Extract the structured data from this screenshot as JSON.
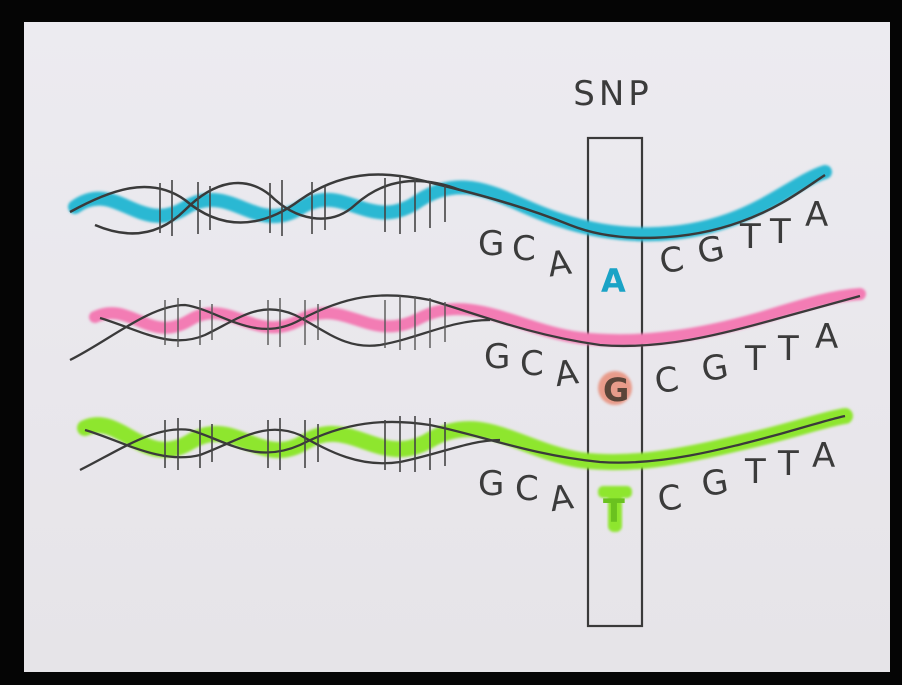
{
  "label": "SNP",
  "strands": [
    {
      "color": "#29b8d3",
      "left": [
        "G",
        "C",
        "A"
      ],
      "snp": "A",
      "snp_color": "#1aa3c6",
      "right": [
        "C",
        "G",
        "T",
        "T",
        "A"
      ]
    },
    {
      "color": "#f37bb4",
      "left": [
        "G",
        "C",
        "A"
      ],
      "snp": "G",
      "snp_color": "#5a4438",
      "snp_halo": "#e8826a",
      "right": [
        "C",
        "G",
        "T",
        "T",
        "A"
      ]
    },
    {
      "color": "#8ee62f",
      "left": [
        "G",
        "C",
        "A"
      ],
      "snp": "T",
      "snp_color": "#6ac21f",
      "right": [
        "C",
        "G",
        "T",
        "T",
        "A"
      ]
    }
  ],
  "colors": {
    "paper": "#eae8ed",
    "pencil": "#3b3b3b",
    "frame": "#050505"
  }
}
